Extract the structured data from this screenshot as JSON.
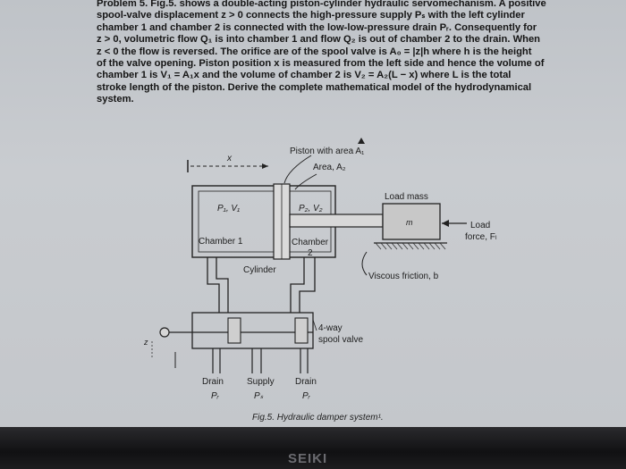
{
  "problem": {
    "lines": [
      "Problem 5. Fig.5. shows a double-acting piston-cylinder hydraulic servomechanism. A positive",
      "spool-valve displacement z > 0 connects the high-pressure supply Pₛ with the left cylinder",
      "chamber 1 and chamber 2 is connected with the low-low-pressure drain Pᵣ. Consequently for",
      "z > 0, volumetric flow Q₁ is into chamber 1 and flow Q₂ is out of chamber 2 to the drain. When",
      "z < 0 the flow is reversed. The orifice are of the spool valve is A₀ = |z|h where h is the height",
      "of the valve opening. Piston position x is measured from the left side and hence the volume of",
      "chamber 1 is V₁ = A₁x and the volume of chamber 2 is V₂ = A₂(L − x) where L is the total",
      "stroke length of the piston. Derive the complete mathematical model of the hydrodynamical",
      "system."
    ]
  },
  "diagram": {
    "x_label": "x",
    "piston_area_1": "Piston with area A₁",
    "piston_area_2": "Area, A₂",
    "p1v1": "P₁, V₁",
    "p2v2": "P₂, V₂",
    "load_mass": "Load mass",
    "mass_symbol": "m",
    "load_force_1": "Load",
    "load_force_2": "force, Fₗ",
    "chamber1": "Chamber 1",
    "chamber2_1": "Chamber",
    "chamber2_2": "2",
    "cylinder": "Cylinder",
    "viscous": "Viscous friction, b",
    "spool_1": "4-way",
    "spool_2": "spool valve",
    "z_label": "z",
    "drain_left": "Drain",
    "drain_left_sym": "Pᵣ",
    "supply": "Supply",
    "supply_sym": "Pₛ",
    "drain_right": "Drain",
    "drain_right_sym": "Pᵣ"
  },
  "caption": "Fig.5. Hydraulic damper system¹.",
  "brand": "SEIKI"
}
